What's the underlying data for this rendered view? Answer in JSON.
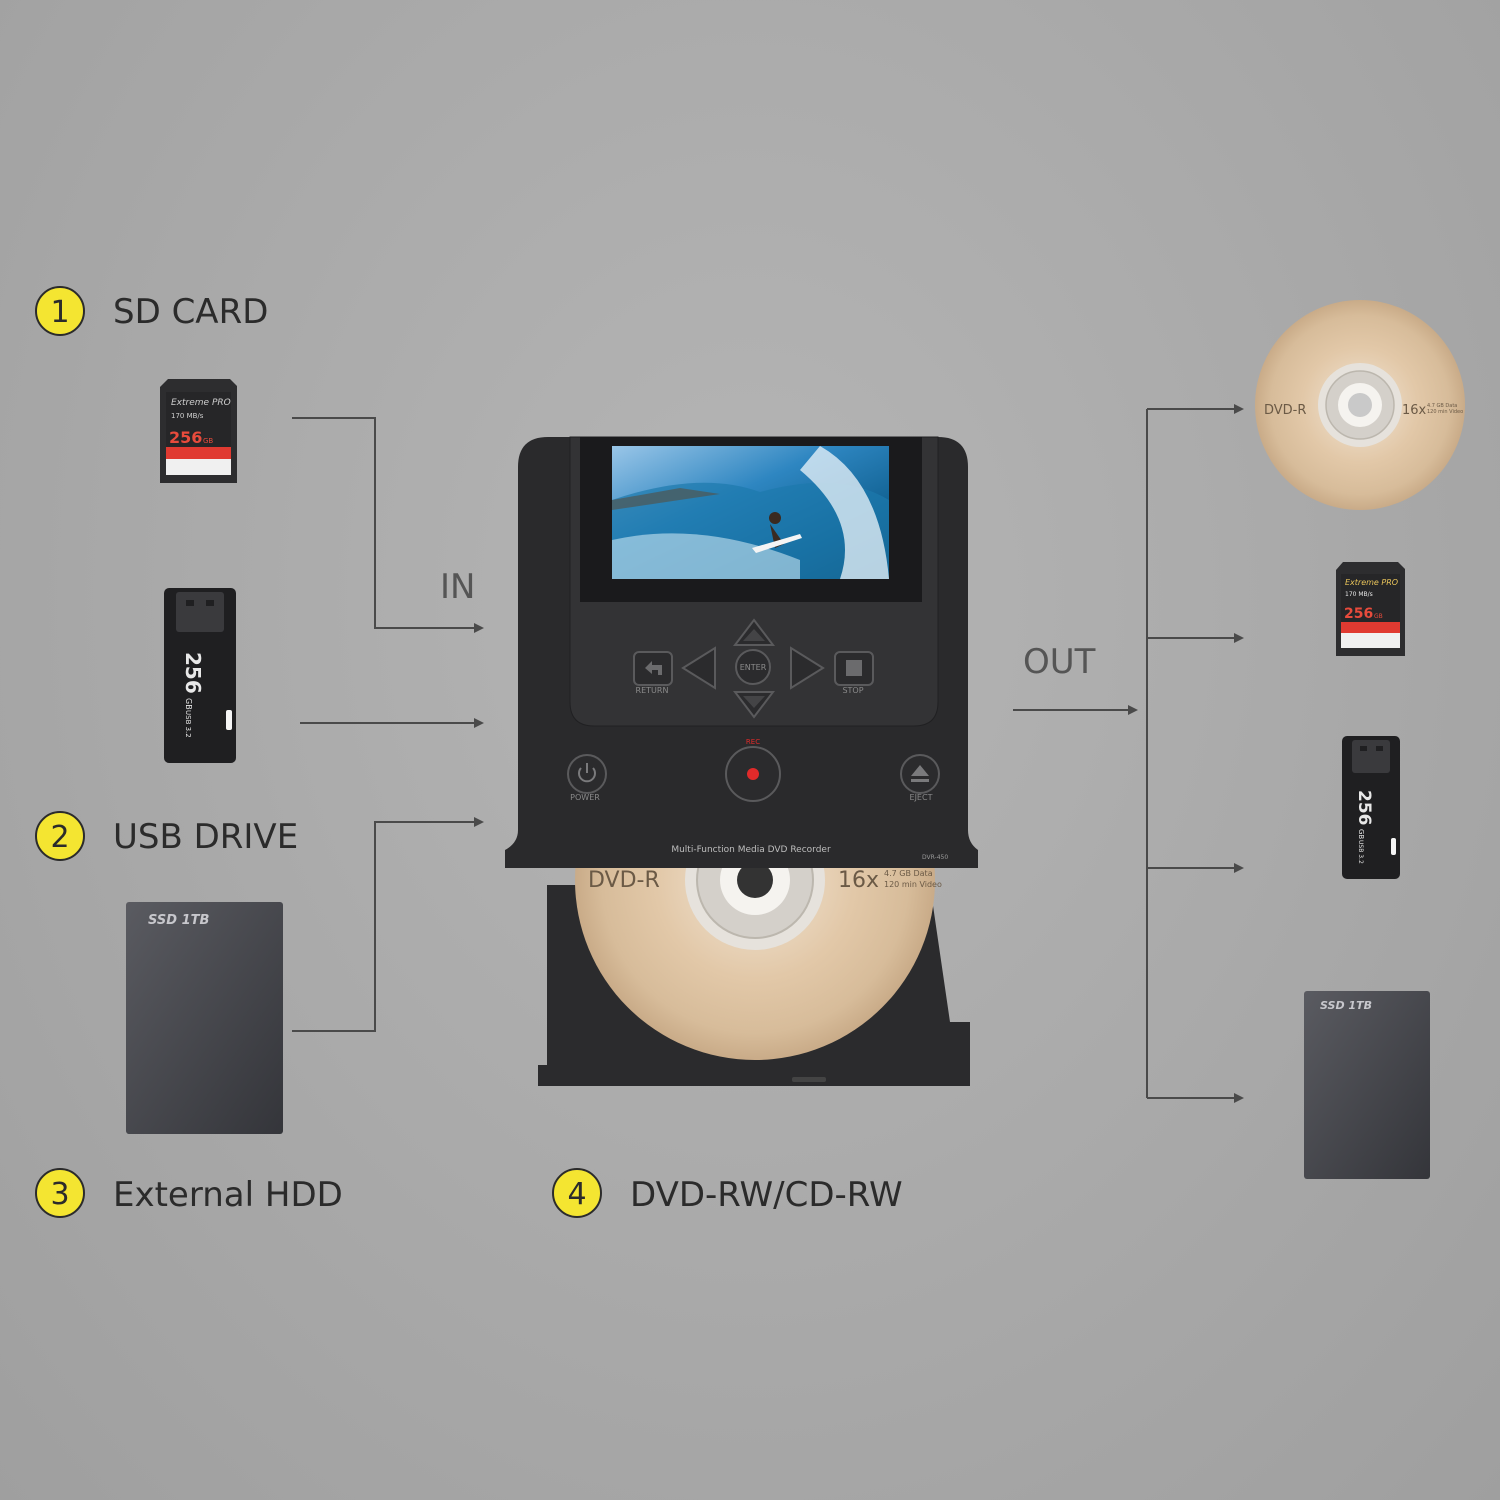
{
  "flow": {
    "in_label": "IN",
    "out_label": "OUT"
  },
  "sources": [
    {
      "number": "1",
      "label": "SD CARD"
    },
    {
      "number": "2",
      "label": "USB DRIVE"
    },
    {
      "number": "3",
      "label": "External HDD"
    },
    {
      "number": "4",
      "label": "DVD-RW/CD-RW"
    }
  ],
  "sd_card": {
    "brand": "Extreme PRO",
    "speed": "170 MB/s",
    "capacity": "256",
    "unit": "GB"
  },
  "usb_drive": {
    "capacity": "256",
    "unit": "GB",
    "port": "USB 3.2"
  },
  "ssd": {
    "label": "SSD 1TB"
  },
  "disc": {
    "type": "DVD-R",
    "speed": "16x",
    "line1": "4.7 GB Data",
    "line2": "120 min Video"
  },
  "device": {
    "model_name": "Multi-Function Media DVD Recorder",
    "model_number": "DVR-450",
    "buttons": {
      "return": "RETURN",
      "enter": "ENTER",
      "stop": "STOP",
      "rec": "REC",
      "power": "POWER",
      "eject": "EJECT"
    }
  },
  "colors": {
    "badge": "#f4e531",
    "device": "#2a2a2c",
    "rec": "#e02a2a"
  }
}
